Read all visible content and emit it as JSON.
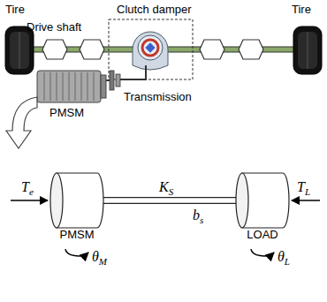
{
  "diagram": {
    "nodes": [
      {
        "text": [
          "PMSM"
        ]
      },
      {
        "text": [
          "LOAD"
        ]
      }
    ],
    "edges": [
      {
        "from": 0,
        "to": 1,
        "arrow": "none"
      }
    ],
    "labels": [
      "Tire",
      "Tire",
      "Drive shaft",
      "Clutch damper",
      "Transmission",
      "PMSM",
      "Te",
      "KS",
      "TL",
      "bs",
      "θM",
      "θL"
    ]
  }
}
